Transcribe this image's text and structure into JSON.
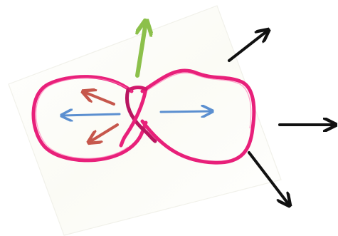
{
  "diagram": {
    "colors": {
      "background": "#ffffff",
      "card_fill": "#fdfdf9",
      "card_edge": "#efefe8",
      "loop": "#e8207a",
      "loop_shadow": "#b81660",
      "loop_highlight": "#ff70b0",
      "up_arrow": "#8cc04b",
      "red_arrow": "#c6574c",
      "blue_arrow": "#5b8fd0",
      "outer_arrow": "#111111"
    },
    "elements": {
      "card": "tilted-card",
      "loop": "figure-eight-loop",
      "crossing": "loop-crossing",
      "up_arrow": "green-up-arrow",
      "inner_arrows": [
        "red-arrow-upper-left",
        "red-arrow-lower-left",
        "blue-arrow-left",
        "blue-arrow-right"
      ],
      "outer_arrows": [
        "black-arrow-upper-right",
        "black-arrow-right",
        "black-arrow-lower-right"
      ]
    }
  }
}
